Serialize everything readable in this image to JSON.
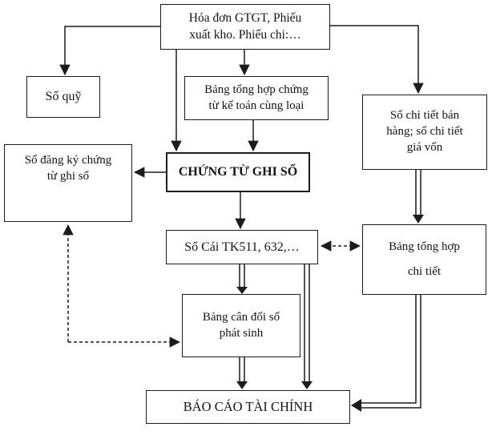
{
  "diagram": {
    "type": "flowchart",
    "language": "vi",
    "nodes": {
      "source_documents": {
        "label": "Hóa đơn GTGT, Phiếu\nxuất kho. Phiếu chi:…"
      },
      "so_quy": {
        "label": "Sổ quỹ"
      },
      "bang_tong_hop_chung_tu": {
        "label": "Bảng tổng hợp chứng\ntừ kế toán cùng loại"
      },
      "so_chi_tiet_ban_hang": {
        "label": "Sổ chi tiết bán\nhàng; sổ chi tiết\ngiá vốn"
      },
      "so_dang_ky_chung_tu": {
        "label": "Sổ đăng ký chứng\ntừ ghi sổ"
      },
      "chung_tu_ghi_so": {
        "label": "CHỨNG TỪ GHI SỔ"
      },
      "so_cai": {
        "label": "Sổ Cái TK511, 632,…"
      },
      "bang_tong_hop_chi_tiet": {
        "label": "Bảng tổng hợp\nchi tiết"
      },
      "bang_can_doi": {
        "label": "Bảng cân đối số\nphát sinh"
      },
      "bao_cao_tai_chinh": {
        "label": "BÁO CÁO TÀI CHÍNH"
      }
    },
    "edges": [
      {
        "from": "source_documents",
        "to": "so_quy",
        "line": "solid"
      },
      {
        "from": "source_documents",
        "to": "bang_tong_hop_chung_tu",
        "line": "solid"
      },
      {
        "from": "source_documents",
        "to": "chung_tu_ghi_so",
        "line": "solid"
      },
      {
        "from": "source_documents",
        "to": "so_chi_tiet_ban_hang",
        "line": "solid"
      },
      {
        "from": "bang_tong_hop_chung_tu",
        "to": "chung_tu_ghi_so",
        "line": "solid"
      },
      {
        "from": "chung_tu_ghi_so",
        "to": "so_dang_ky_chung_tu",
        "line": "solid"
      },
      {
        "from": "chung_tu_ghi_so",
        "to": "so_cai",
        "line": "solid"
      },
      {
        "from": "so_cai",
        "to": "bang_tong_hop_chi_tiet",
        "line": "dashed",
        "bidirectional": true
      },
      {
        "from": "so_cai",
        "to": "bang_can_doi",
        "line": "double"
      },
      {
        "from": "so_cai",
        "to": "bao_cao_tai_chinh",
        "line": "double"
      },
      {
        "from": "bang_can_doi",
        "to": "bao_cao_tai_chinh",
        "line": "double"
      },
      {
        "from": "so_chi_tiet_ban_hang",
        "to": "bang_tong_hop_chi_tiet",
        "line": "double"
      },
      {
        "from": "bang_tong_hop_chi_tiet",
        "to": "bao_cao_tai_chinh",
        "line": "double"
      },
      {
        "from": "bang_can_doi",
        "to": "so_dang_ky_chung_tu",
        "line": "dashed",
        "bidirectional": true
      }
    ],
    "colors": {
      "line": "#1c1c1c",
      "box_background": "#ffffff",
      "text": "#141414"
    }
  }
}
